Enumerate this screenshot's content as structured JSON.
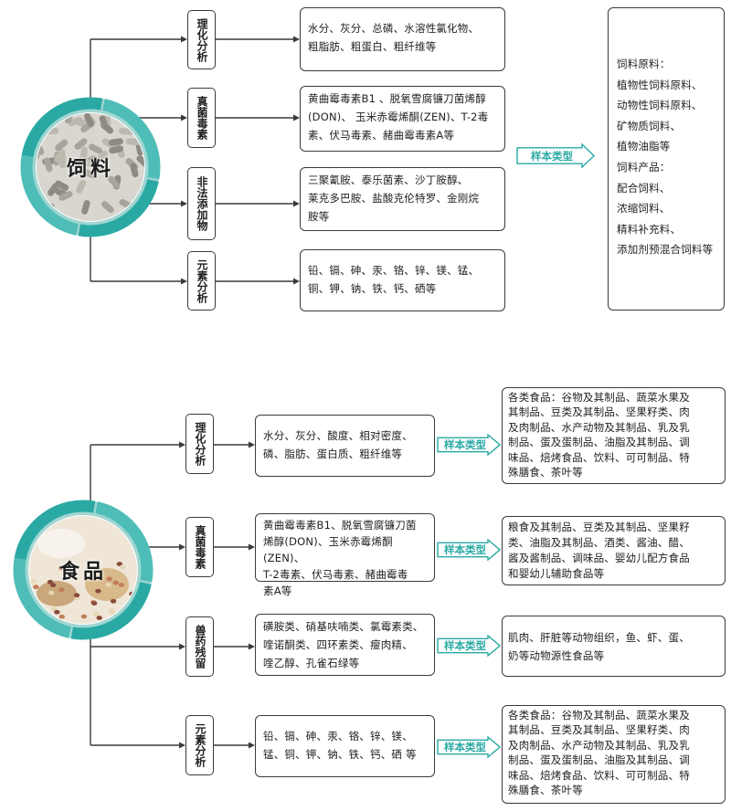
{
  "colors": {
    "teal": "#2aa9a4",
    "teal_light": "#9fd6d2",
    "line": "#3a3a3a"
  },
  "feed": {
    "hub_label": "饲料",
    "sample_label": "样本类型",
    "categories": [
      {
        "label": "理化分析",
        "detail": "水分、灰分、总磷、水溶性氯化物、\n粗脂肪、粗蛋白、粗纤维等"
      },
      {
        "label": "真菌毒素",
        "detail": "黄曲霉毒素B1 、脱氧雪腐镰刀菌烯醇\n(DON)、 玉米赤霉烯酮(ZEN)、T-2毒\n素、伏马毒素、赭曲霉毒素A等"
      },
      {
        "label": "非法添加物",
        "detail": "三聚氰胺、泰乐菌素、沙丁胺醇、\n莱克多巴胺、盐酸克伦特罗、金刚烷\n胺等"
      },
      {
        "label": "元素分析",
        "detail": "铅、镉、砷、汞、铬、锌、镁、锰、\n铜、钾、钠、铁、钙、硒等"
      }
    ],
    "sample_types": "饲料原料：\n植物性饲料原料、\n动物性饲料原料、\n矿物质饲料、\n植物油脂等\n饲料产品：\n配合饲料、\n浓缩饲料、\n精料补充料、\n添加剂预混合饲料等"
  },
  "food": {
    "hub_label": "食品",
    "categories": [
      {
        "label": "理化分析",
        "detail": "水分、灰分、酸度、相对密度、\n磷、脂肪、蛋白质、粗纤维等",
        "sample_label": "样本类型",
        "samples": "各类食品：谷物及其制品、蔬菜水果及\n其制品、豆类及其制品、坚果籽类、肉\n及肉制品、水产动物及其制品、乳及乳\n制品、蛋及蛋制品、油脂及其制品、调\n味品、焙烤食品、饮料、可可制品、特\n殊膳食、茶叶等"
      },
      {
        "label": "真菌毒素",
        "detail": "黄曲霉毒素B1、脱氧雪腐镰刀菌\n烯醇(DON)、玉米赤霉烯酮(ZEN)、\nT-2毒素、伏马毒素、赭曲霉毒\n素A等",
        "sample_label": "样本类型",
        "samples": "粮食及其制品、豆类及其制品、坚果籽\n类、油脂及其制品、酒类、酱油、醋、\n酱及酱制品、调味品、婴幼儿配方食品\n和婴幼儿辅助食品等"
      },
      {
        "label": "兽药残留",
        "detail": "磺胺类、硝基呋喃类、氯霉素类、\n喹诺酮类、四环素类、瘦肉精、\n喹乙醇、孔雀石绿等",
        "sample_label": "样本类型",
        "samples": "肌肉、肝脏等动物组织，鱼、虾、蛋、\n奶等动物源性食品等"
      },
      {
        "label": "元素分析",
        "detail": "铅、镉、砷、汞、铬、锌、镁、\n锰、铜、钾、钠、铁、钙、硒 等",
        "sample_label": "样本类型",
        "samples": "各类食品：谷物及其制品、蔬菜水果及\n其制品、豆类及其制品、坚果籽类、肉\n及肉制品、水产动物及其制品、乳及乳\n制品、蛋及蛋制品、油脂及其制品、调\n味品、焙烤食品、饮料、可可制品、特\n殊膳食、茶叶等"
      }
    ]
  }
}
